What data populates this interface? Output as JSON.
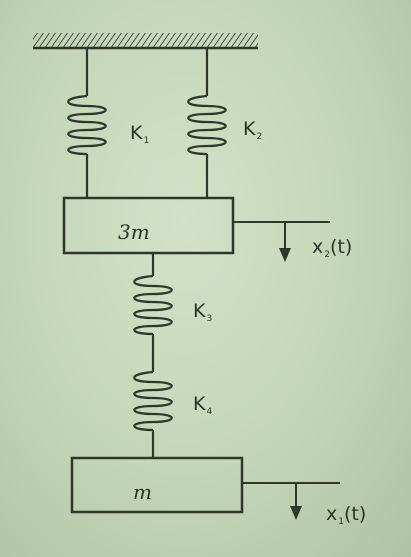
{
  "diagram": {
    "springs": [
      {
        "id": "k1",
        "symbol": "K",
        "subscript": "1"
      },
      {
        "id": "k2",
        "symbol": "K",
        "subscript": "2"
      },
      {
        "id": "k3",
        "symbol": "K",
        "subscript": "3"
      },
      {
        "id": "k4",
        "symbol": "K",
        "subscript": "4"
      }
    ],
    "masses": [
      {
        "id": "upper",
        "label": "3m"
      },
      {
        "id": "lower",
        "label": "m"
      }
    ],
    "displacements": [
      {
        "id": "x2",
        "symbol": "x",
        "subscript": "2",
        "arg": "(t)"
      },
      {
        "id": "x1",
        "symbol": "x",
        "subscript": "1",
        "arg": "(t)"
      }
    ]
  }
}
